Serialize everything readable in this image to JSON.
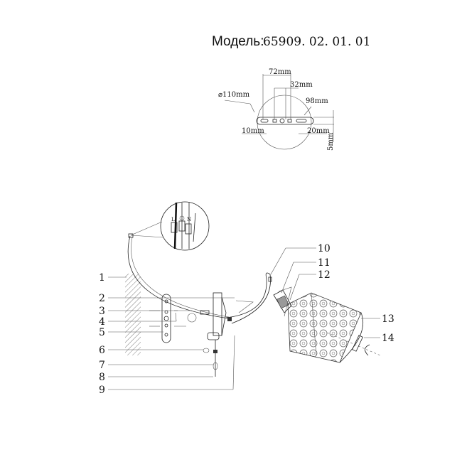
{
  "title": {
    "label": "Модель:",
    "model": "65909. 02. 01. 01"
  },
  "dimensions": {
    "d72": "72mm",
    "d32": "32mm",
    "d110": "⌀110mm",
    "d98": "98mm",
    "d10": "10mm",
    "d20": "20mm",
    "d5": "5mm"
  },
  "wiring": {
    "l": "L",
    "n": "N"
  },
  "part_labels": [
    "1",
    "2",
    "3",
    "4",
    "5",
    "6",
    "7",
    "8",
    "9",
    "10",
    "11",
    "12",
    "13",
    "14"
  ]
}
